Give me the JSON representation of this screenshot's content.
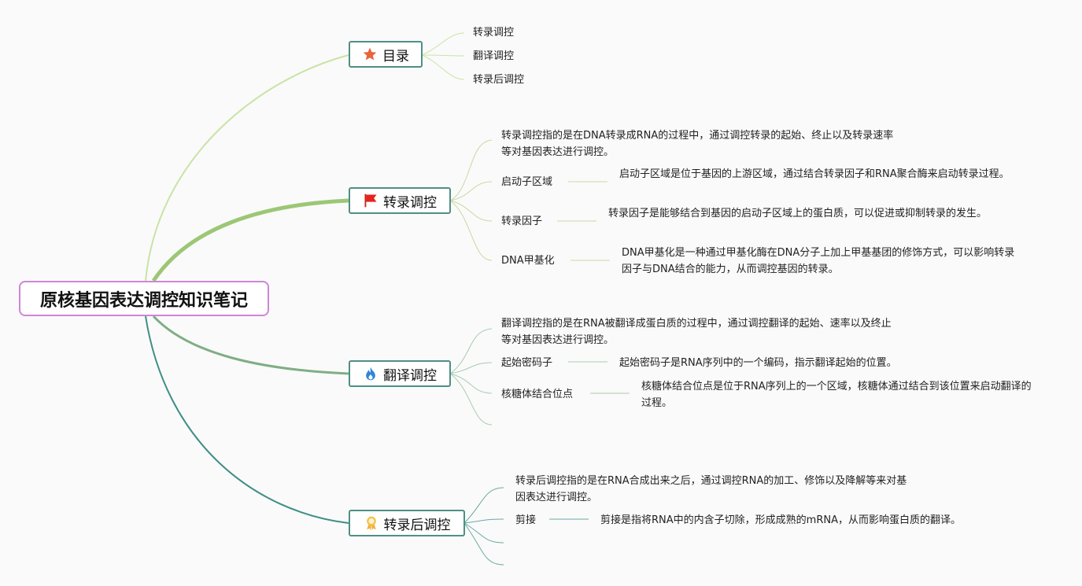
{
  "root": {
    "title": "原核基因表达调控知识笔记"
  },
  "toc": {
    "label": "目录",
    "icon": "star-icon",
    "items": [
      "转录调控",
      "翻译调控",
      "转录后调控"
    ]
  },
  "transcription": {
    "label": "转录调控",
    "icon": "red-flag-icon",
    "intro": "转录调控指的是在DNA转录成RNA的过程中，通过调控转录的起始、终止以及转录速率等对基因表达进行调控。",
    "items": [
      {
        "term": "启动子区域",
        "desc": "启动子区域是位于基因的上游区域，通过结合转录因子和RNA聚合酶来启动转录过程。"
      },
      {
        "term": "转录因子",
        "desc": "转录因子是能够结合到基因的启动子区域上的蛋白质，可以促进或抑制转录的发生。"
      },
      {
        "term": "DNA甲基化",
        "desc": "DNA甲基化是一种通过甲基化酶在DNA分子上加上甲基基团的修饰方式，可以影响转录因子与DNA结合的能力，从而调控基因的转录。"
      }
    ]
  },
  "translation": {
    "label": "翻译调控",
    "icon": "fire-icon",
    "intro": "翻译调控指的是在RNA被翻译成蛋白质的过程中，通过调控翻译的起始、速率以及终止等对基因表达进行调控。",
    "items": [
      {
        "term": "起始密码子",
        "desc": "起始密码子是RNA序列中的一个编码，指示翻译起始的位置。"
      },
      {
        "term": "核糖体结合位点",
        "desc": "核糖体结合位点是位于RNA序列上的一个区域，核糖体通过结合到该位置来启动翻译的过程。"
      }
    ]
  },
  "post": {
    "label": "转录后调控",
    "icon": "award-ribbon-icon",
    "intro": "转录后调控指的是在RNA合成出来之后，通过调控RNA的加工、修饰以及降解等来对基因表达进行调控。",
    "items": [
      {
        "term": "剪接",
        "desc": "剪接是指将RNA中的内含子切除，形成成熟的mRNA，从而影响蛋白质的翻译。"
      }
    ]
  },
  "colors": {
    "root_border": "#d085d8",
    "branch_border": "#4f8f85",
    "toc_link": "#c9e3a6",
    "transcription_link": "#9cc775",
    "translation_link": "#7fae85",
    "post_link": "#3f8e86"
  }
}
